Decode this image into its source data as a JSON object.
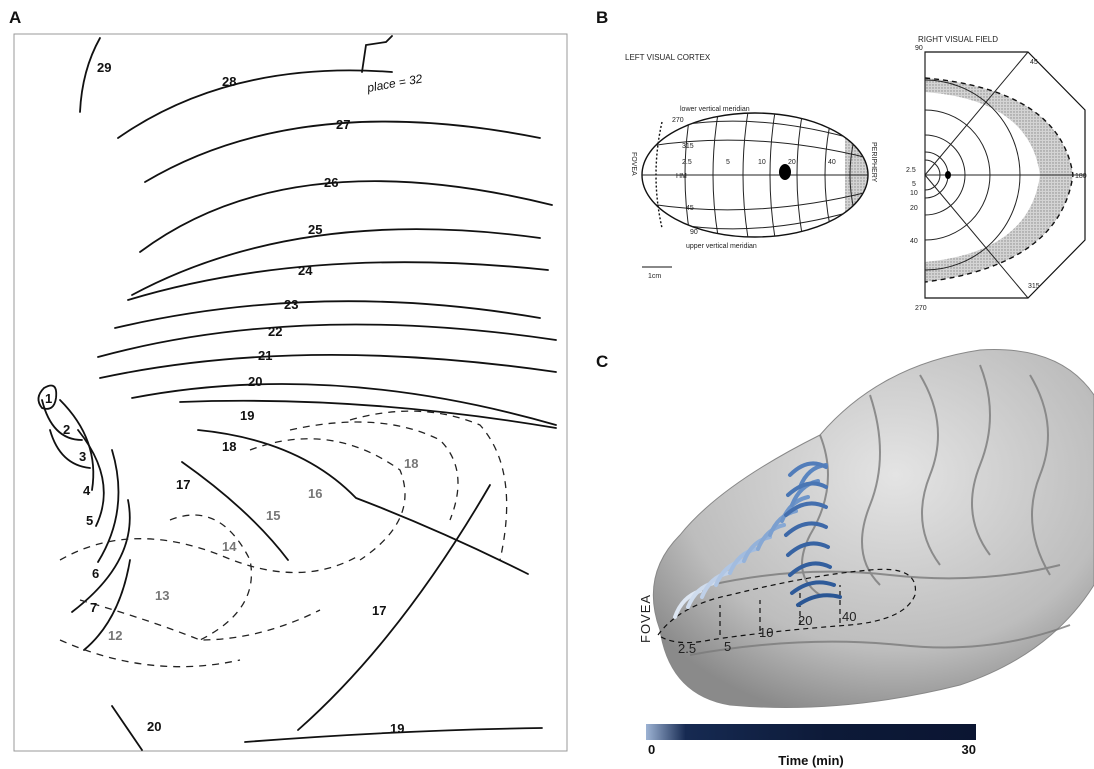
{
  "panels": {
    "a": "A",
    "b": "B",
    "c": "C"
  },
  "panel_a": {
    "handwritten_note": "place = 32",
    "iso_numbers": [
      "29",
      "28",
      "27",
      "26",
      "25",
      "24",
      "23",
      "22",
      "21",
      "20",
      "19",
      "18",
      "17",
      "1",
      "2",
      "3",
      "4",
      "5",
      "6",
      "7",
      "20",
      "19",
      "17"
    ],
    "gray_numbers": [
      "12",
      "13",
      "14",
      "15",
      "16",
      "18"
    ]
  },
  "panel_b": {
    "cortex_title": "LEFT VISUAL CORTEX",
    "field_title": "RIGHT VISUAL FIELD",
    "fovea": "FOVEA",
    "periphery": "PERIPHERY",
    "lower_meridian": "lower vertical meridian",
    "upper_meridian": "upper vertical meridian",
    "hm": "HM",
    "scale": "1cm",
    "cortex_labels": [
      "270",
      "315",
      "2.5",
      "5",
      "10",
      "20",
      "40",
      "45",
      "90"
    ],
    "field_labels": [
      "90",
      "45",
      "180",
      "315",
      "270",
      "2.5",
      "5",
      "10",
      "20",
      "40"
    ]
  },
  "panel_c": {
    "fovea": "FOVEA",
    "eccentricities": [
      "2.5",
      "5",
      "10",
      "20",
      "40"
    ],
    "colorbar": {
      "min": "0",
      "max": "30",
      "title": "Time (min)"
    }
  }
}
